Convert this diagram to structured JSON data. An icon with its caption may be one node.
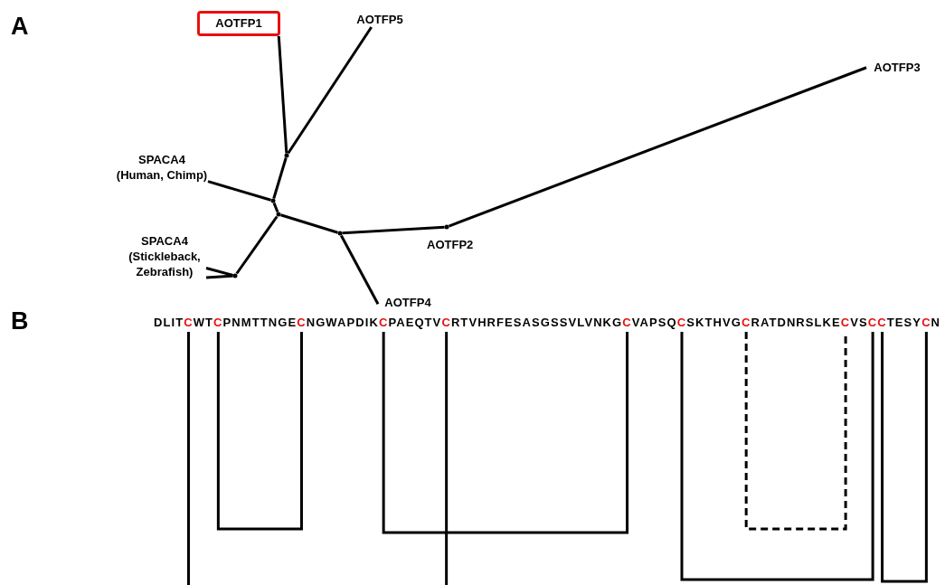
{
  "diagram": {
    "nodes": [
      {
        "text": [
          "AOTFP1"
        ]
      },
      {
        "text": [
          "AOTFP5"
        ]
      },
      {
        "text": [
          "AOTFP3"
        ]
      },
      {
        "text": [
          "SPACA4 (Human, Chimp)"
        ]
      },
      {
        "text": [
          "SPACA4 (Stickleback, Zebrafish)"
        ]
      },
      {
        "text": [
          "AOTFP4"
        ]
      },
      {
        "text": [],
        "shape": "point"
      },
      {
        "text": [],
        "shape": "point"
      },
      {
        "text": [],
        "shape": "point"
      },
      {
        "text": [],
        "shape": "point"
      },
      {
        "text": [],
        "shape": "point"
      },
      {
        "text": [],
        "shape": "point",
        "beside": [
          "AOTFP2"
        ]
      },
      {
        "text": [
          "C"
        ]
      },
      {
        "text": [
          "C"
        ]
      },
      {
        "text": [
          "C"
        ]
      },
      {
        "text": [
          "C"
        ]
      },
      {
        "text": [
          "C"
        ]
      },
      {
        "text": [
          "C"
        ]
      },
      {
        "text": [
          "C"
        ]
      },
      {
        "text": [
          "C"
        ]
      },
      {
        "text": [
          "C"
        ]
      },
      {
        "text": [
          "C"
        ]
      },
      {
        "text": [
          "C"
        ]
      },
      {
        "text": [
          "C"
        ]
      }
    ],
    "edges": [
      {
        "from": 6,
        "to": 0,
        "arrow": "none"
      },
      {
        "from": 6,
        "to": 1,
        "arrow": "none"
      },
      {
        "from": 6,
        "to": 7,
        "arrow": "none"
      },
      {
        "from": 7,
        "to": 3,
        "arrow": "none"
      },
      {
        "from": 7,
        "to": 8,
        "arrow": "none"
      },
      {
        "from": 8,
        "to": 9,
        "arrow": "none"
      },
      {
        "from": 9,
        "to": 4,
        "arrow": "none"
      },
      {
        "from": 9,
        "to": 4,
        "arrow": "none"
      },
      {
        "from": 8,
        "to": 10,
        "arrow": "none"
      },
      {
        "from": 10,
        "to": 5,
        "arrow": "none"
      },
      {
        "from": 10,
        "to": 11,
        "arrow": "none"
      },
      {
        "from": 11,
        "to": 2,
        "arrow": "none"
      },
      {
        "from": 13,
        "to": 14,
        "arrow": "none"
      },
      {
        "from": 15,
        "to": 17,
        "arrow": "none"
      },
      {
        "from": 19,
        "to": 20,
        "arrow": "none",
        "style": "dashed"
      },
      {
        "from": 18,
        "to": 21,
        "arrow": "none"
      },
      {
        "from": 22,
        "to": 23,
        "arrow": "none"
      },
      {
        "from": 12,
        "to": null,
        "arrow": "none"
      },
      {
        "from": 16,
        "to": null,
        "arrow": "none"
      }
    ],
    "labels": [
      "A",
      "B",
      "DLIT",
      "WT",
      "PNMTTNGE",
      "NGWAPDIK",
      "PAEQTV",
      "RTVHRFESASGSSVLVNKG",
      "VAPSQ",
      "SKTHVG",
      "RATDNRSLKE",
      "VS",
      "TESY",
      "N"
    ]
  }
}
